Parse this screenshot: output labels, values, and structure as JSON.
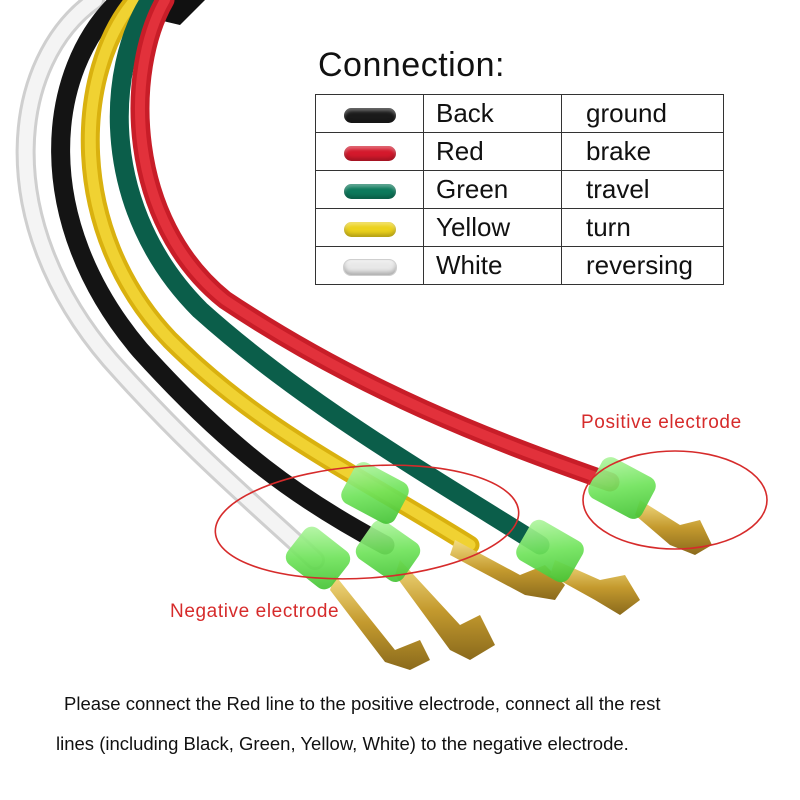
{
  "title": "Connection:",
  "rows": [
    {
      "color_name": "Back",
      "function": "ground",
      "swatch_color": "#1b1b1b"
    },
    {
      "color_name": "Red",
      "function": "brake",
      "swatch_color": "#d4192c"
    },
    {
      "color_name": "Green",
      "function": "travel",
      "swatch_color": "#0d7a5c"
    },
    {
      "color_name": "Yellow",
      "function": "turn",
      "swatch_color": "#ecd21c"
    },
    {
      "color_name": "White",
      "function": "reversing",
      "swatch_color": "#e8e8e8"
    }
  ],
  "labels": {
    "positive": "Positive electrode",
    "negative": "Negative electrode"
  },
  "note": {
    "line1": "Please connect the Red line to the positive electrode, connect all the rest",
    "line2": "lines (including Black, Green, Yellow, White) to the negative electrode."
  },
  "colors": {
    "wire_white": "#eeeeee",
    "wire_black": "#1a1a1a",
    "wire_yellow": "#e7c415",
    "wire_green": "#0e6b55",
    "wire_red": "#d8232e",
    "sleeve": "#7ee86c",
    "terminal": "#c9a53a",
    "annotation": "#d62b2b"
  }
}
